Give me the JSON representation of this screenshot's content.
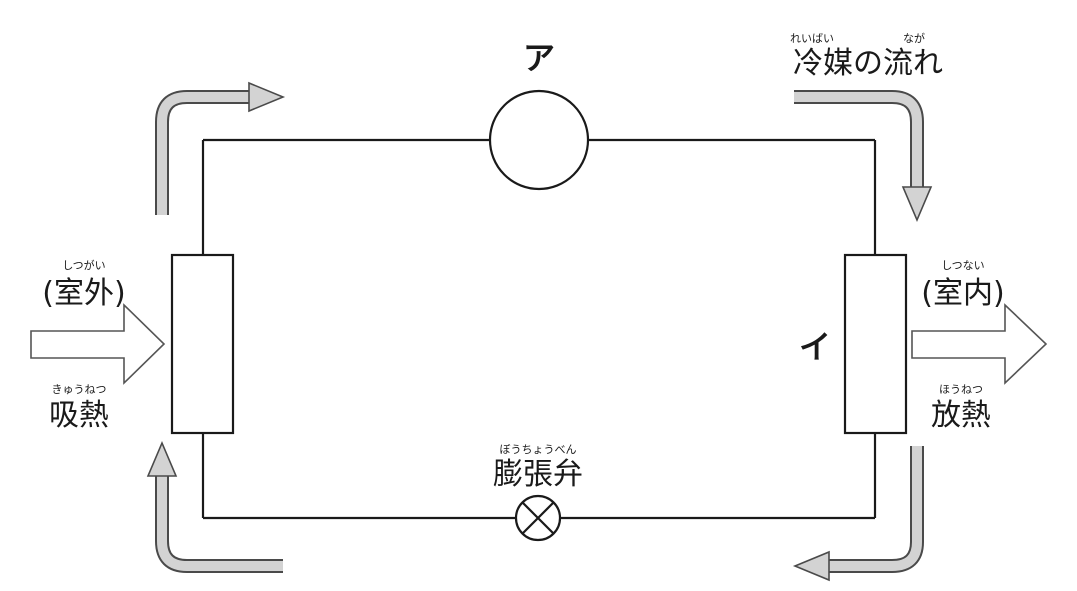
{
  "labels": {
    "compressor_symbol": "ア",
    "heat_exchanger_symbol": "イ",
    "refrigerant_flow": "冷媒の流れ",
    "refrigerant_ruby": "れいばい",
    "flow_ruby": "なが",
    "outdoor": "(室外)",
    "outdoor_ruby": "しつがい",
    "heat_absorption": "吸熱",
    "heat_absorption_ruby": "きゅうねつ",
    "indoor": "(室内)",
    "indoor_ruby": "しつない",
    "heat_release": "放熱",
    "heat_release_ruby": "ほうねつ",
    "expansion_valve": "膨張弁",
    "expansion_valve_ruby": "ぼうちょうべん"
  },
  "colors": {
    "line": "#1a1a1a",
    "flow_arrow_fill": "#d3d3d3",
    "flow_arrow_outline": "#4a4a4a"
  }
}
